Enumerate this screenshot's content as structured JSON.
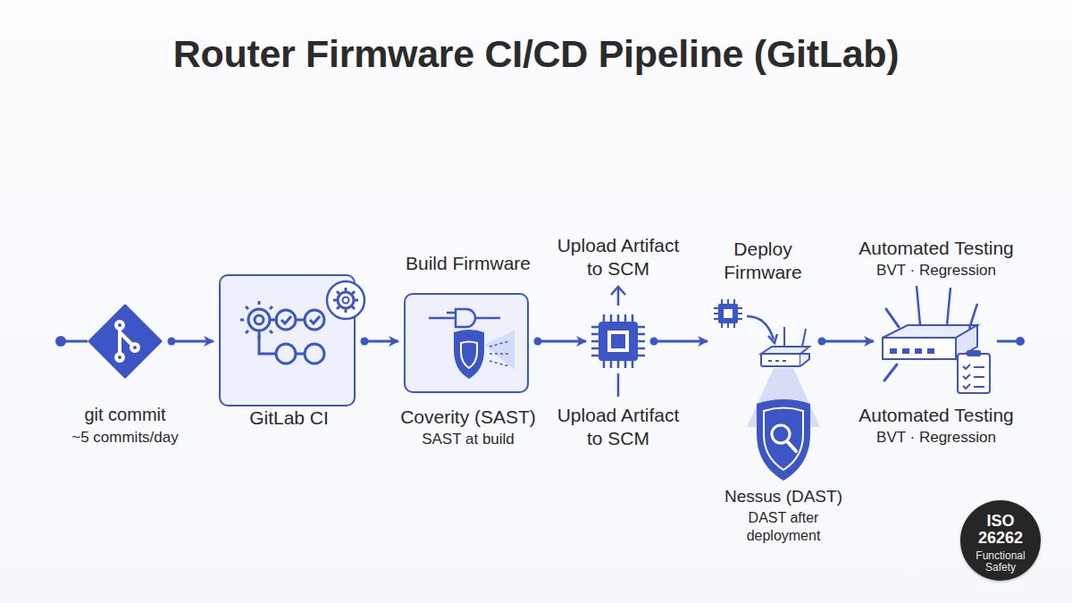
{
  "diagram": {
    "title": "Router Firmware CI/CD Pipeline (GitLab)",
    "nodes": [
      {
        "text": [
          "git commit",
          "~5 commits/day"
        ]
      },
      {
        "text": [
          "GitLab CI"
        ]
      },
      {
        "text": [
          "Build Firmware",
          "Coverity (SAST)",
          "SAST at build"
        ]
      },
      {
        "text": [
          "Upload Artifact to SCM",
          "Upload Artifact to SCM"
        ]
      },
      {
        "text": [
          "Deploy Firmware"
        ]
      },
      {
        "text": [
          "Nessus (DAST)",
          "DAST after deployment"
        ]
      },
      {
        "text": [
          "Automated Testing",
          "BVT · Regression",
          "Automated Testing",
          "BVT · Regression"
        ]
      },
      {
        "text": [
          "ISO 26262",
          "Functional Safety"
        ]
      }
    ],
    "edges": [
      {
        "from": 0,
        "to": 1,
        "arrow": "to"
      },
      {
        "from": 1,
        "to": 2,
        "arrow": "to"
      },
      {
        "from": 2,
        "to": 3,
        "arrow": "to"
      },
      {
        "from": 3,
        "to": 4,
        "arrow": "to"
      },
      {
        "from": 4,
        "to": 6,
        "arrow": "to"
      }
    ]
  }
}
